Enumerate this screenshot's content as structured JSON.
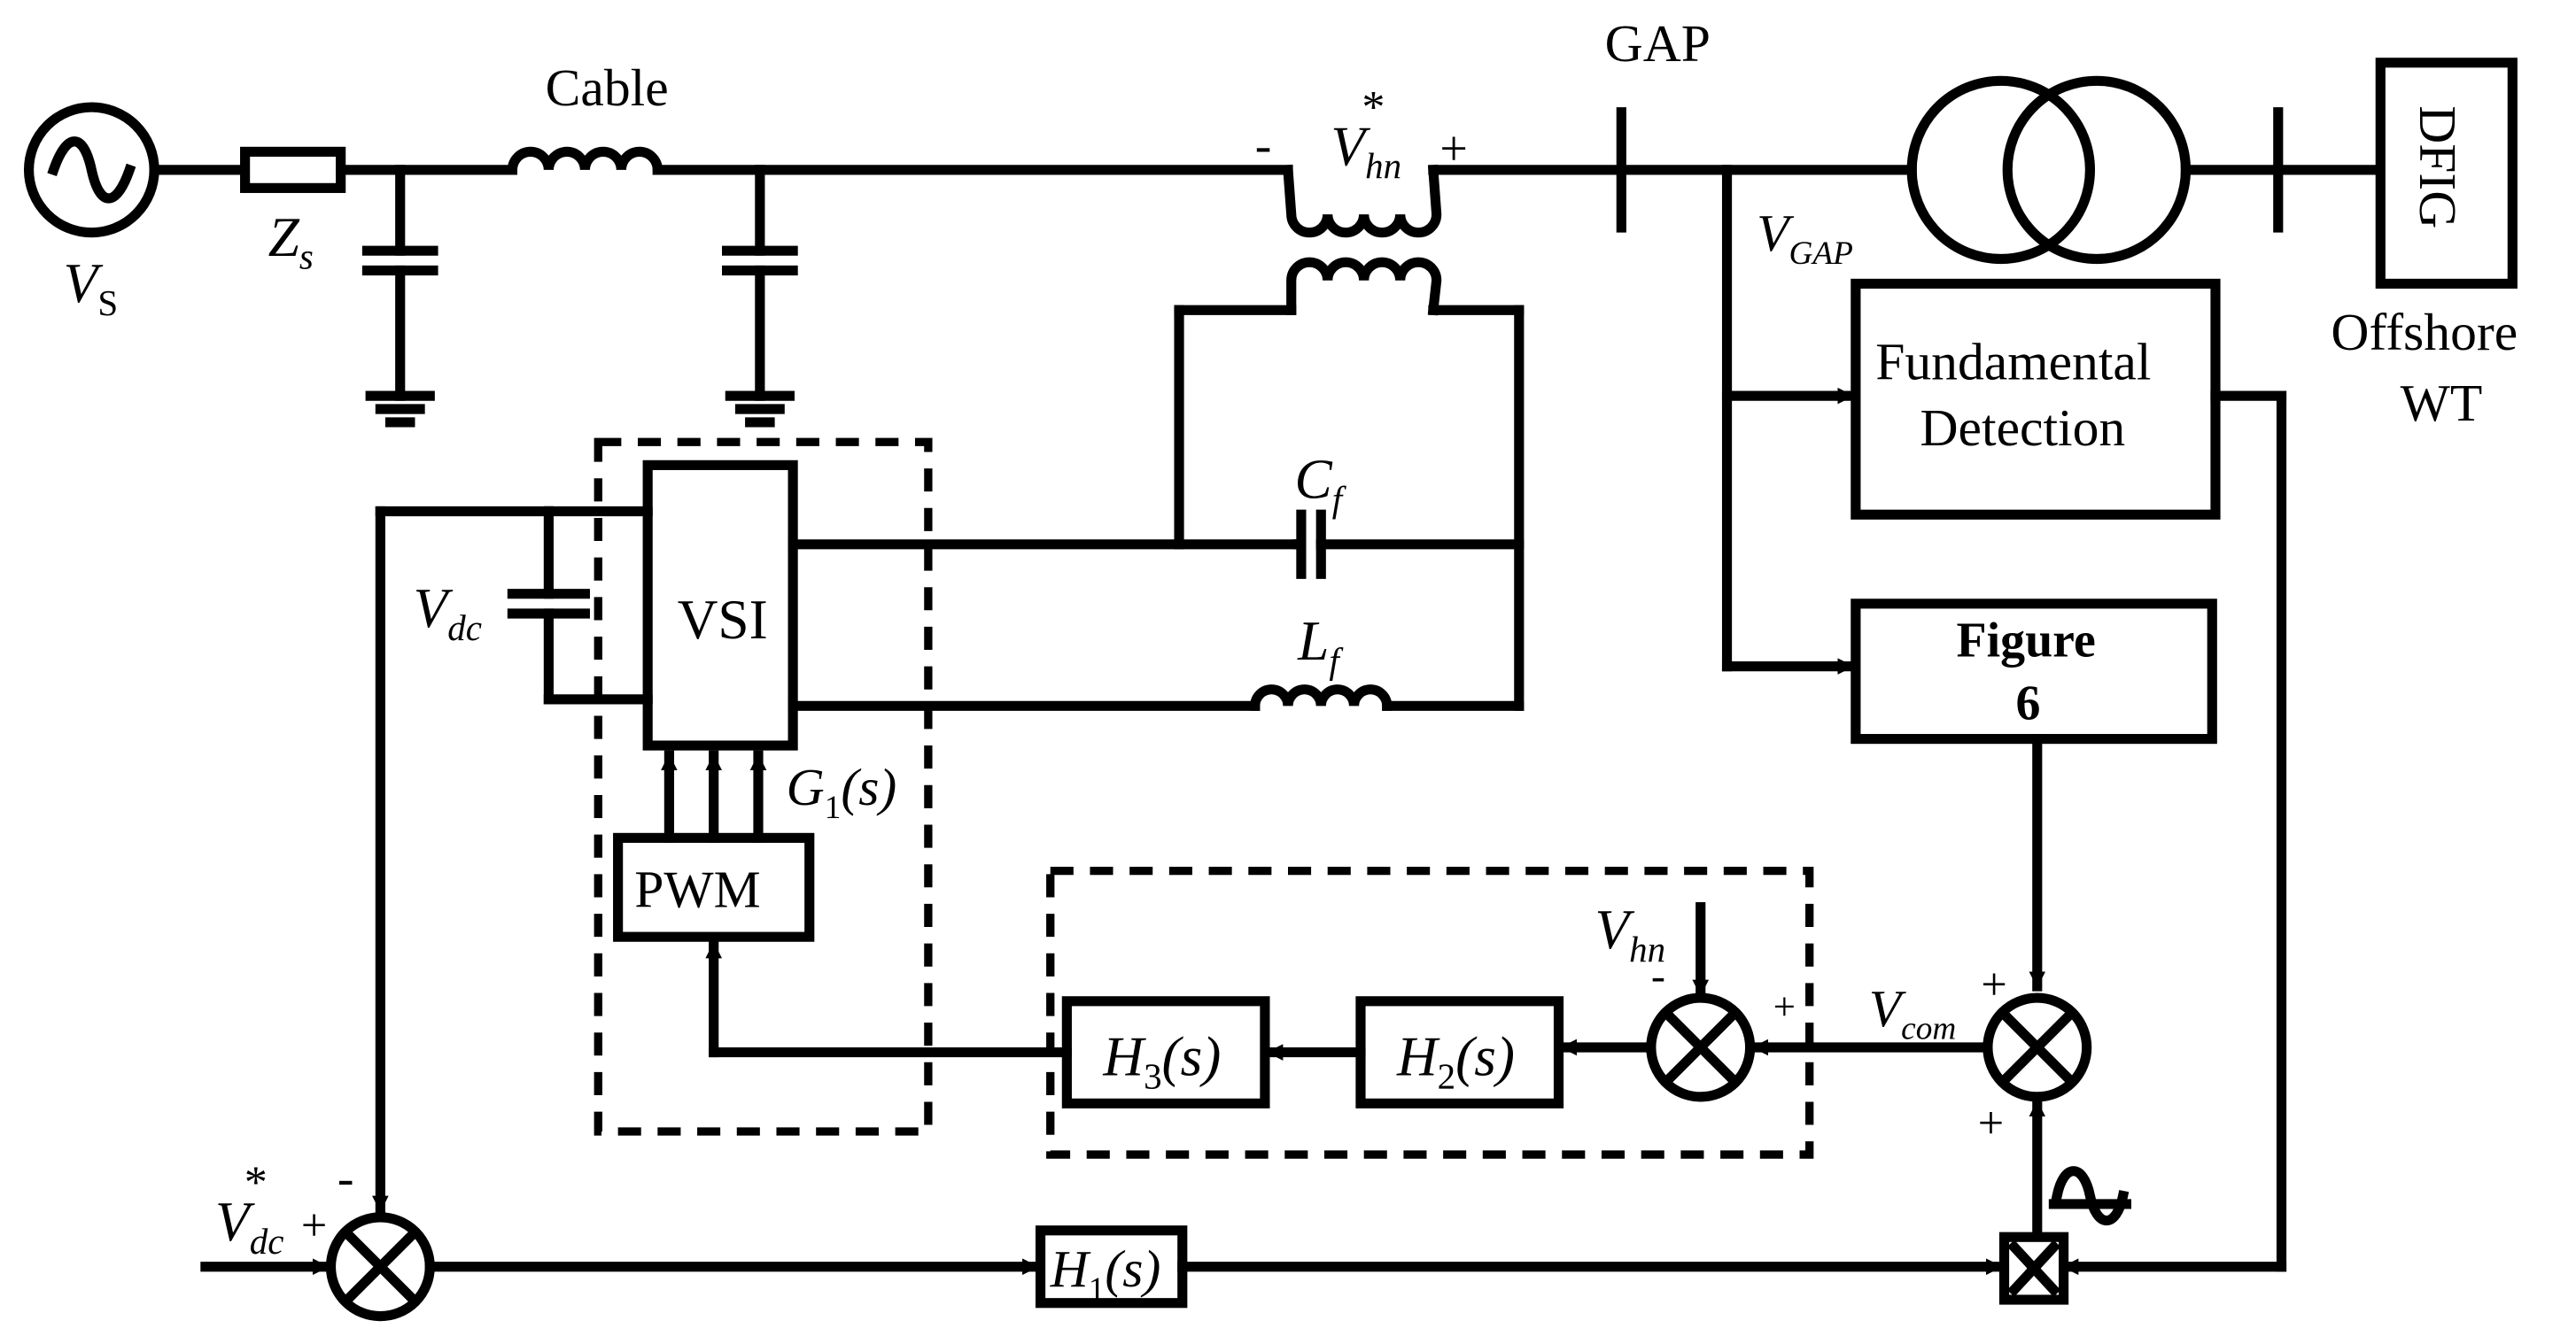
{
  "labels": {
    "vs": "V",
    "vs_sub": "S",
    "zs": "Z",
    "zs_sub": "s",
    "cable": "Cable",
    "vhn_star": "V",
    "vhn_star_sub": "hn",
    "vhn_star_sup": "*",
    "minus_top": "-",
    "plus_top": "+",
    "gap": "GAP",
    "dfig": "DFIG",
    "offshore_wt_line1": "Offshore",
    "offshore_wt_line2": "WT",
    "vgap": "V",
    "vgap_sub": "GAP",
    "fund_line1": "Fundamental",
    "fund_line2": "Detection",
    "figure_line1": "Figure",
    "figure_line2": "6",
    "cf": "C",
    "cf_sub": "f",
    "lf": "L",
    "lf_sub": "f",
    "vdc": "V",
    "vdc_sub": "dc",
    "vsi": "VSI",
    "g1": "G",
    "g1_sub": "1",
    "g1_rest": "(s)",
    "pwm": "PWM",
    "vhn": "V",
    "vhn_sub": "hn",
    "minus_vhn": "-",
    "plus_vhn": "+",
    "vcom": "V",
    "vcom_sub": "com",
    "plus_vcom": "+",
    "plus_bottom": "+",
    "h1": "H",
    "h1_sub": "1",
    "h1_rest": "(s)",
    "h2": "H",
    "h2_sub": "2",
    "h2_rest": "(s)",
    "h3": "H",
    "h3_sub": "3",
    "h3_rest": "(s)",
    "vdcstar": "V",
    "vdcstar_sub": "dc",
    "vdcstar_sup": "*",
    "plus_vdc": "+",
    "minus_vdc": "-"
  }
}
